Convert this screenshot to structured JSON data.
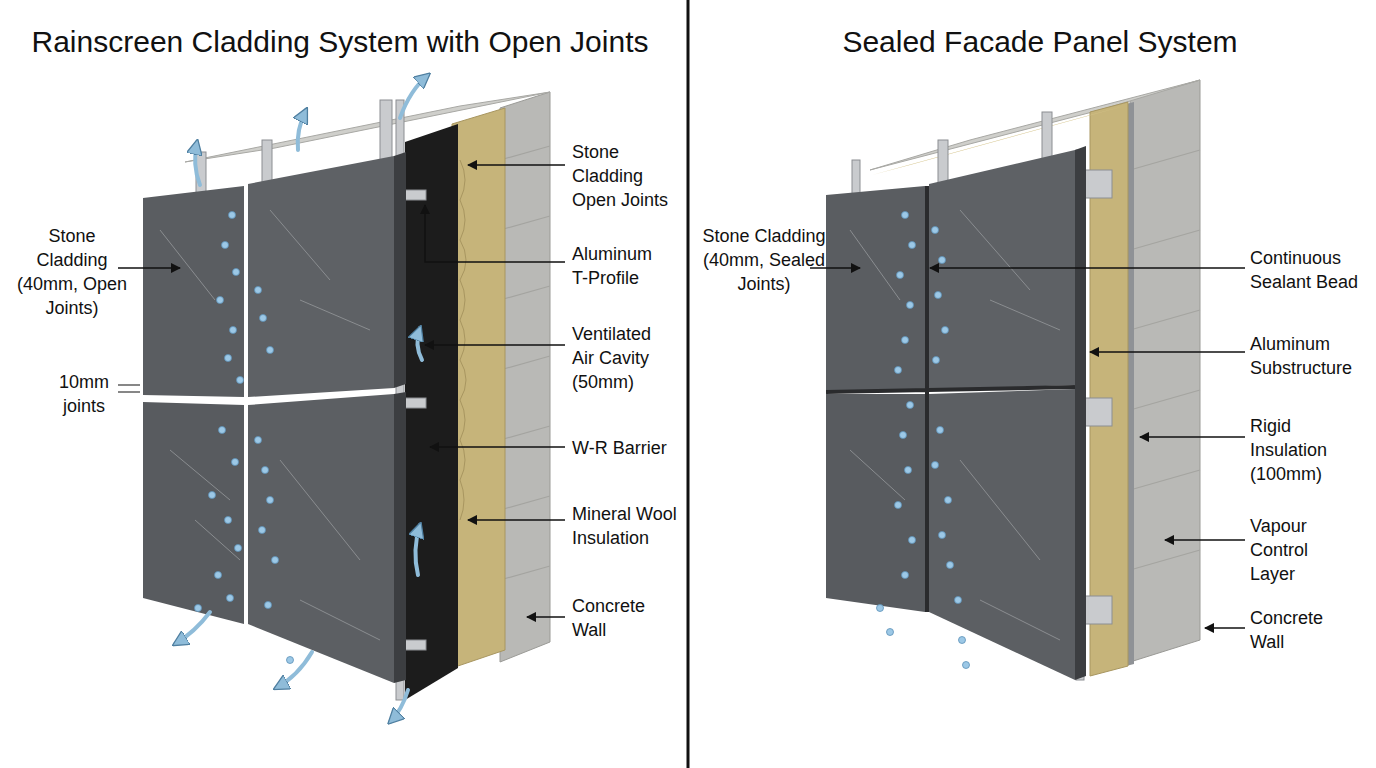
{
  "diagram": {
    "labels": [
      "Rainscreen Cladding System with Open Joints",
      "Stone Cladding (40mm, Open Joints)",
      "10mm joints",
      "Stone Cladding Open Joints",
      "Aluminum T-Profile",
      "Ventilated Air Cavity (50mm)",
      "W-R Barrier",
      "Mineral Wool Insulation",
      "Concrete Wall",
      "Sealed Facade Panel System",
      "Stone Cladding (40mm, Sealed Joints)",
      "Continuous Sealant Bead",
      "Aluminum Substructure",
      "Rigid Insulation (100mm)",
      "Vapour Control Layer",
      "Concrete Wall"
    ]
  }
}
